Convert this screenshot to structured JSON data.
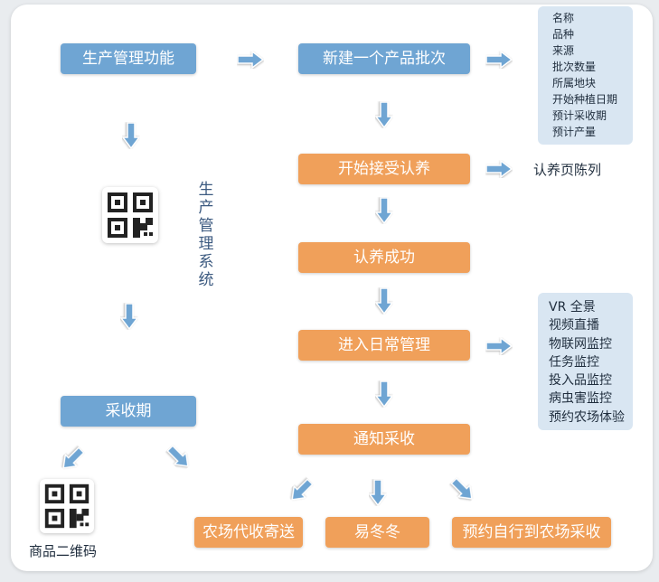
{
  "colors": {
    "primary_blue": "#6fa5d3",
    "accent_orange": "#f0a05a",
    "list_bg": "#d9e6f2"
  },
  "left": {
    "production_feature": "生产管理功能",
    "system_label": "生产管理系统",
    "harvest_period": "采收期",
    "product_qr_label": "商品二维码"
  },
  "flow": {
    "new_batch": "新建一个产品批次",
    "start_adoption": "开始接受认养",
    "adoption_success": "认养成功",
    "daily_management": "进入日常管理",
    "notify_harvest": "通知采收"
  },
  "batch_fields": [
    "名称",
    "品种",
    "来源",
    "批次数量",
    "所属地块",
    "开始种植日期",
    "预计采收期",
    "预计产量"
  ],
  "adoption_display": "认养页陈列",
  "management_features": [
    "VR 全景",
    "视频直播",
    "物联网监控",
    "任务监控",
    "投入品监控",
    "病虫害监控",
    "预约农场体验"
  ],
  "harvest_options": [
    "农场代收寄送",
    "易冬冬",
    "预约自行到农场采收"
  ]
}
